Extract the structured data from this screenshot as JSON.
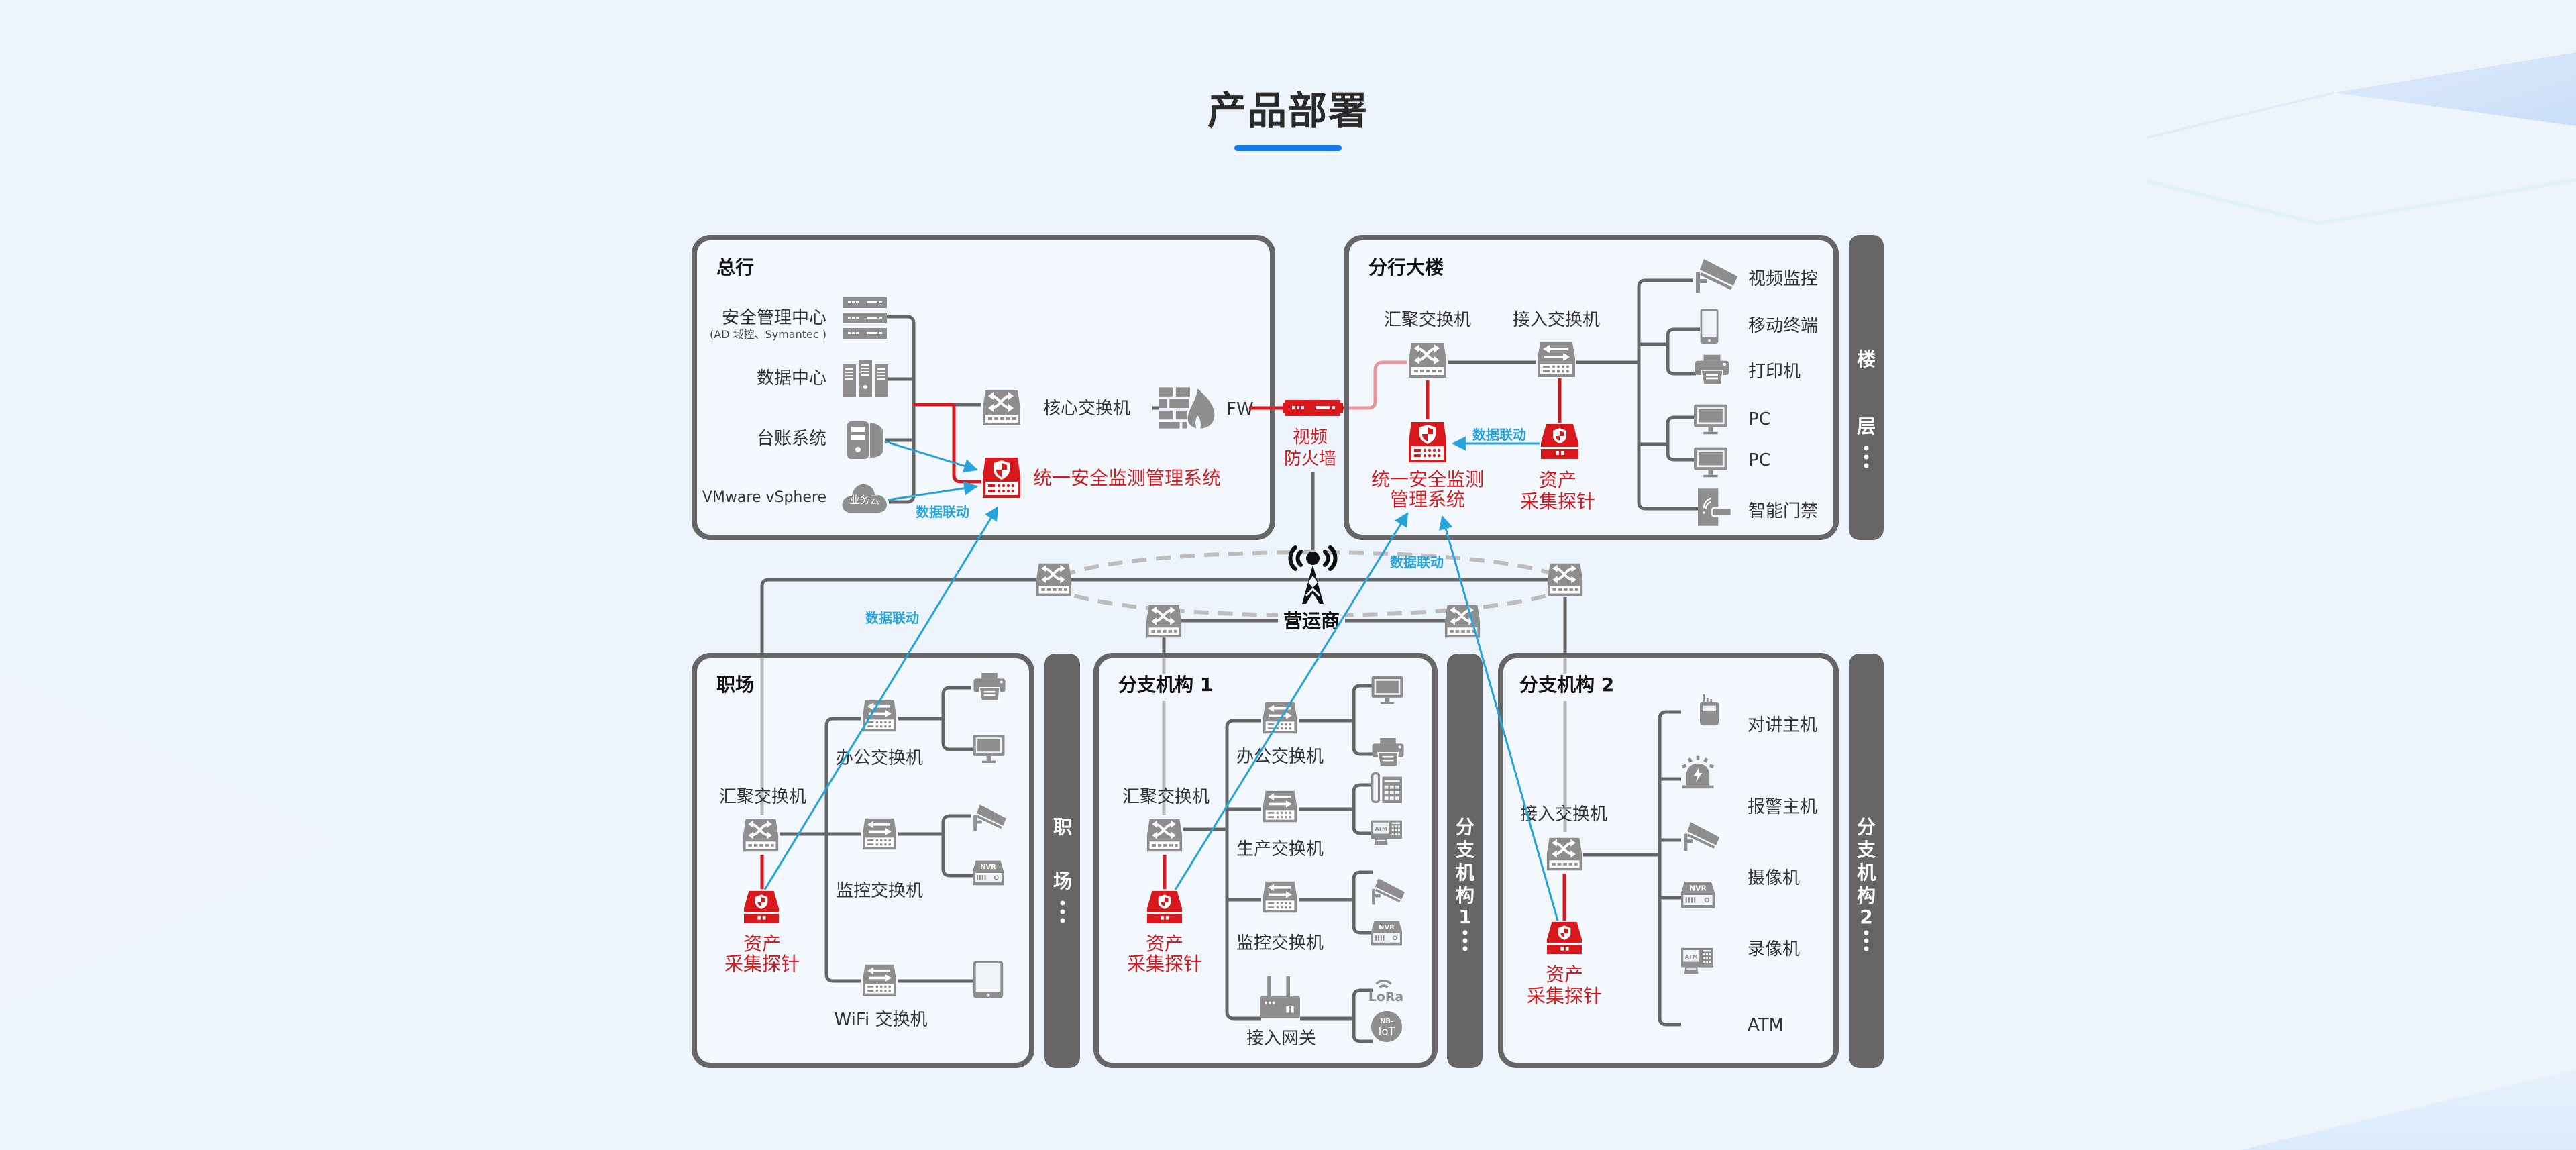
{
  "page": {
    "title": "产品部署"
  },
  "colors": {
    "accent": "#1677e8",
    "alert_red": "#d7191e",
    "link_blue": "#27a3dc",
    "device_gray": "#8e8e8e",
    "frame_gray": "#666666"
  },
  "hq": {
    "title": "总行",
    "sources": [
      {
        "label": "安全管理中心",
        "sublabel": "(AD 域控、Symantec )",
        "icon": "server-stack-icon"
      },
      {
        "label": "数据中心",
        "icon": "data-center-icon"
      },
      {
        "label": "台账系统",
        "icon": "desktop-tower-icon"
      },
      {
        "label": "VMware vSphere",
        "icon": "cloud-icon",
        "icon_text": "业务云"
      }
    ],
    "core_switch": "核心交换机",
    "firewall": "FW",
    "monitor_system": "统一安全监测管理系统",
    "link_label": "数据联动"
  },
  "video_firewall": {
    "line1": "视频",
    "line2": "防火墙"
  },
  "branch_building": {
    "title": "分行大楼",
    "aggregation_switch": "汇聚交换机",
    "access_switch": "接入交换机",
    "monitor_system": {
      "line1": "统一安全监测",
      "line2": "管理系统"
    },
    "probe": {
      "line1": "资产",
      "line2": "采集探针"
    },
    "link_label": "数据联动",
    "devices": [
      {
        "label": "视频监控",
        "icon": "cctv-camera-icon"
      },
      {
        "label": "移动终端",
        "icon": "tablet-icon"
      },
      {
        "label": "打印机",
        "icon": "printer-icon"
      },
      {
        "label": "PC",
        "icon": "monitor-icon"
      },
      {
        "label": "PC",
        "icon": "monitor-icon"
      },
      {
        "label": "智能门禁",
        "icon": "access-control-icon"
      }
    ],
    "side_tab": {
      "line1": "楼",
      "line2": "层",
      "ellipsis": "···"
    }
  },
  "carrier": {
    "label": "营运商",
    "link_label": "数据联动"
  },
  "workplace": {
    "title": "职场",
    "aggregation_switch": "汇聚交换机",
    "probe": {
      "line1": "资产",
      "line2": "采集探针"
    },
    "switches": [
      "办公交换机",
      "监控交换机",
      "WiFi 交换机"
    ],
    "link_label": "数据联动",
    "side_tab": {
      "chars": [
        "职",
        "场"
      ],
      "ellipsis": "···"
    }
  },
  "branch1": {
    "title": "分支机构 1",
    "aggregation_switch": "汇聚交换机",
    "probe": {
      "line1": "资产",
      "line2": "采集探针"
    },
    "switches": [
      "办公交换机",
      "生产交换机",
      "监控交换机",
      "接入网关"
    ],
    "device_badges": {
      "atm": "ATM",
      "nvr": "NVR",
      "lora": "LoRa",
      "nbiot_top": "NB-",
      "nbiot_bottom": "IoT"
    },
    "side_tab": {
      "chars": [
        "分",
        "支",
        "机",
        "构",
        "1"
      ],
      "ellipsis": "···"
    }
  },
  "branch2": {
    "title": "分支机构 2",
    "access_switch": "接入交换机",
    "probe": {
      "line1": "资产",
      "line2": "采集探针"
    },
    "devices": [
      {
        "label": "对讲主机",
        "icon": "walkie-talkie-icon"
      },
      {
        "label": "报警主机",
        "icon": "alarm-light-icon"
      },
      {
        "label": "摄像机",
        "icon": "cctv-camera-icon"
      },
      {
        "label": "录像机",
        "icon": "nvr-icon"
      },
      {
        "label": "ATM",
        "icon": "atm-icon"
      }
    ],
    "side_tab": {
      "chars": [
        "分",
        "支",
        "机",
        "构",
        "2"
      ],
      "ellipsis": "···"
    }
  }
}
